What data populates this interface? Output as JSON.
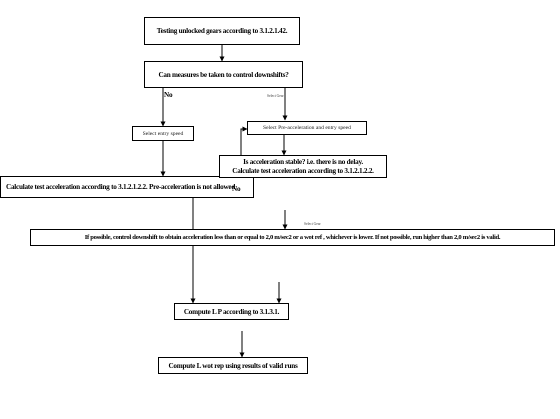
{
  "nodes": {
    "testing": "Testing unlocked gears according to 3.1.2.1.42.",
    "measures": "Can measures be taken to control downshifts?",
    "select_entry": "Select entry speed",
    "select_pre": "Select Pre-acceleration and entry speed",
    "calc_left": "Calculate test acceleration according to 3.1.2.1.2.2.  Pre-acceleration is not allowed",
    "accel_stable_line1": "Is acceleration stable?  i.e. there is no delay.",
    "accel_stable_line2": "Calculate test acceleration according to 3.1.2.1.2.2.",
    "if_possible": "If possible, control downshift to obtain acceleration less than or equal to 2,0 m/sec2 or a wot ref , whichever is lower.  If not possible, run higher than 2,0 m/sec2 is valid.",
    "compute_lp": "Compute L P  according to 3.1.3.1.",
    "compute_lwot": "Compute L wot rep using results of valid runs"
  },
  "labels": {
    "no_top": "No",
    "no_bottom": "No",
    "yes_top": "Select Gear",
    "yes_mid": "Select Gear"
  }
}
